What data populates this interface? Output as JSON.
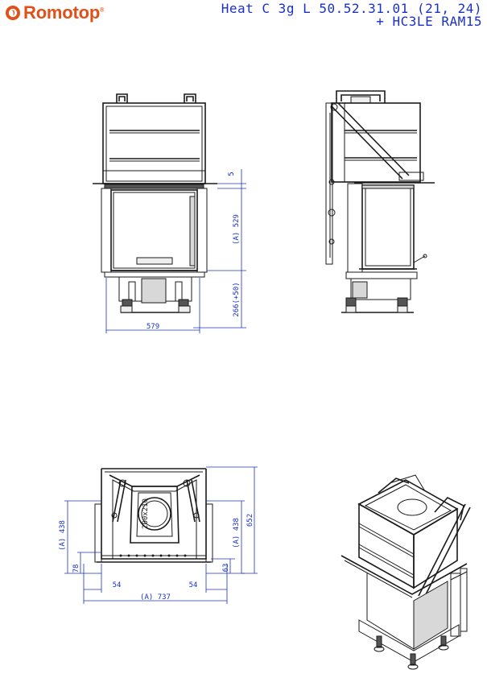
{
  "brand": {
    "name": "Romotop",
    "registered": "®",
    "color": "#e2501a"
  },
  "model": {
    "line1": "Heat C 3g L 50.52.31.01 (21, 24)",
    "line2": "+ HC3LE RAM15"
  },
  "front_view": {
    "dim_top_gap": "5",
    "dim_glass_height": "(A) 529",
    "dim_base_height": "266(+50)",
    "dim_width": "579"
  },
  "top_view": {
    "flue_label": "200x210",
    "dim_left_depth": "(A) 438",
    "dim_right_depth": "(A) 438",
    "dim_total_depth": "652",
    "dim_left_offset": "78",
    "dim_right_offset": "63",
    "dim_left_margin": "54",
    "dim_right_margin": "54",
    "dim_total_width": "(A) 737"
  },
  "colors": {
    "dimension": "#1a30c8",
    "line": "#1a1a1a"
  }
}
